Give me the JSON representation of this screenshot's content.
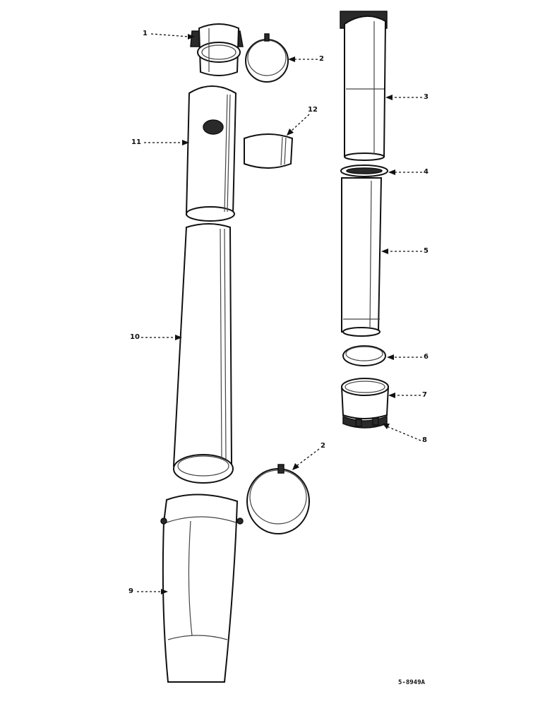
{
  "callouts": {
    "c1": "1",
    "c2a": "2",
    "c2b": "2",
    "c3": "3",
    "c4": "4",
    "c5": "5",
    "c6": "6",
    "c7": "7",
    "c8": "8",
    "c9": "9",
    "c10": "10",
    "c11": "11",
    "c12": "12"
  },
  "figure_code": "5-8949A"
}
